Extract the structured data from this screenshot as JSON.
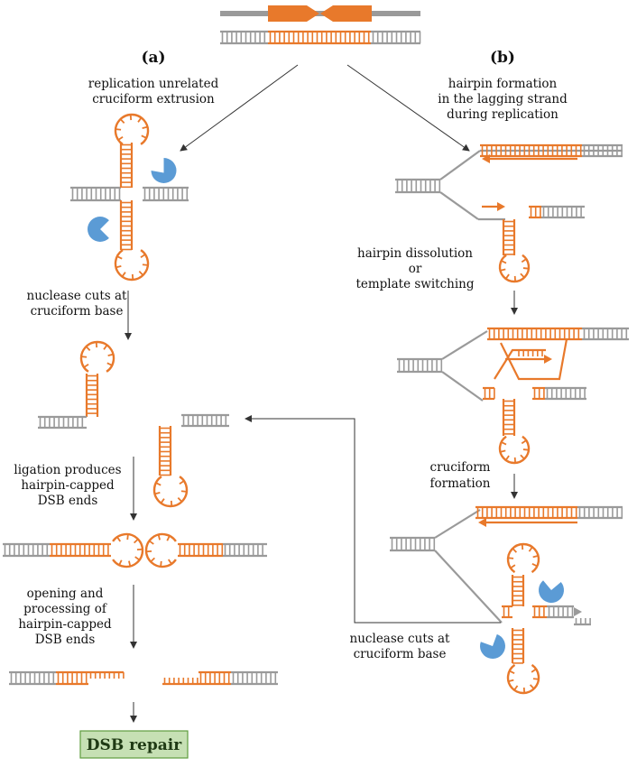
{
  "colors": {
    "orange": "#E8792B",
    "gray": "#9A9A9A",
    "nuclease": "#5B9BD5",
    "repair_fill": "#C6E0B4",
    "repair_border": "#5E9C3E",
    "repair_text": "#1F3A14",
    "arrow": "#333333"
  },
  "panels": {
    "a": "(a)",
    "b": "(b)"
  },
  "labels": {
    "a_top": [
      "replication unrelated",
      "cruciform extrusion"
    ],
    "b_top": [
      "hairpin formation",
      "in the lagging strand",
      "during replication"
    ],
    "nuclease_a": [
      "nuclease cuts at",
      "cruciform base"
    ],
    "ligation": [
      "ligation produces",
      "hairpin-capped",
      "DSB ends"
    ],
    "opening": [
      "opening and",
      "processing of",
      "hairpin-capped",
      "DSB ends"
    ],
    "dissolution": [
      "hairpin dissolution",
      "or",
      "template switching"
    ],
    "cruciform_formation": [
      "cruciform",
      "formation"
    ],
    "nuclease_b": [
      "nuclease cuts at",
      "cruciform base"
    ]
  },
  "repair_box": {
    "label": "DSB repair"
  },
  "icons": {
    "nuclease": "nuclease-pacman-icon",
    "inverted_repeat": "inverted-repeat-arrows-icon"
  }
}
